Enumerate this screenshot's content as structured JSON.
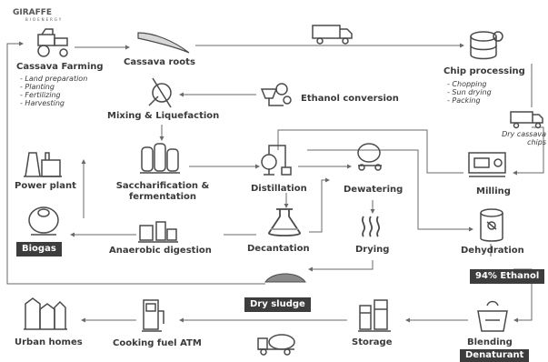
{
  "brand": {
    "name": "GIRAFFE",
    "tagline": "BIOENERGY"
  },
  "nodes": {
    "cassava_farming": {
      "label": "Cassava Farming",
      "steps": [
        "- Land preparation",
        "- Planting",
        "- Fertilizing",
        "- Harvesting"
      ]
    },
    "cassava_roots": {
      "label": "Cassava roots"
    },
    "chip_processing": {
      "label": "Chip processing",
      "steps": [
        "- Chopping",
        "- Sun drying",
        "- Packing"
      ]
    },
    "dry_cassava_chips": {
      "label": "Dry cassava chips"
    },
    "ethanol_conversion": {
      "label": "Ethanol conversion"
    },
    "mixing": {
      "label": "Mixing & Liquefaction"
    },
    "saccharification": {
      "label": "Saccharification & fermentation"
    },
    "distillation": {
      "label": "Distillation"
    },
    "dewatering": {
      "label": "Dewatering"
    },
    "milling": {
      "label": "Milling"
    },
    "power_plant": {
      "label": "Power plant"
    },
    "biogas": {
      "label": "Biogas"
    },
    "anaerobic": {
      "label": "Anaerobic digestion"
    },
    "decantation": {
      "label": "Decantation"
    },
    "drying": {
      "label": "Drying"
    },
    "dehydration": {
      "label": "Dehydration"
    },
    "ethanol94": {
      "label": "94% Ethanol"
    },
    "dry_sludge": {
      "label": "Dry sludge"
    },
    "urban_homes": {
      "label": "Urban homes"
    },
    "cooking_atm": {
      "label": "Cooking fuel ATM"
    },
    "storage": {
      "label": "Storage"
    },
    "blending": {
      "label": "Blending"
    },
    "denaturant": {
      "label": "Denaturant"
    }
  },
  "icons": {
    "cassava_farming": "tractor-icon",
    "cassava_roots": "cassava-root-icon",
    "truck_top": "truck-icon",
    "chip_processing": "chip-processing-icon",
    "ethanol_conversion": "flask-gears-icon",
    "mixing": "mixing-icon",
    "saccharification": "fermentation-tanks-icon",
    "distillation": "distillation-icon",
    "dewatering": "cement-mixer-icon",
    "milling": "milling-machine-icon",
    "power_plant": "power-plant-icon",
    "biogas": "biogas-tank-icon",
    "anaerobic": "digester-icon",
    "decantation": "decantation-flask-icon",
    "drying": "heat-waves-icon",
    "dehydration": "dehydration-cylinder-icon",
    "dry_sludge": "sludge-pile-icon",
    "urban_homes": "houses-icon",
    "cooking_atm": "fuel-atm-icon",
    "tanker": "tanker-truck-icon",
    "storage": "storage-tanks-icon",
    "blending": "blending-icon",
    "chips_truck": "truck-icon"
  },
  "colors": {
    "text": "#3a3a3a",
    "line": "#6a6a6a",
    "badge": "#3d3d3d"
  }
}
